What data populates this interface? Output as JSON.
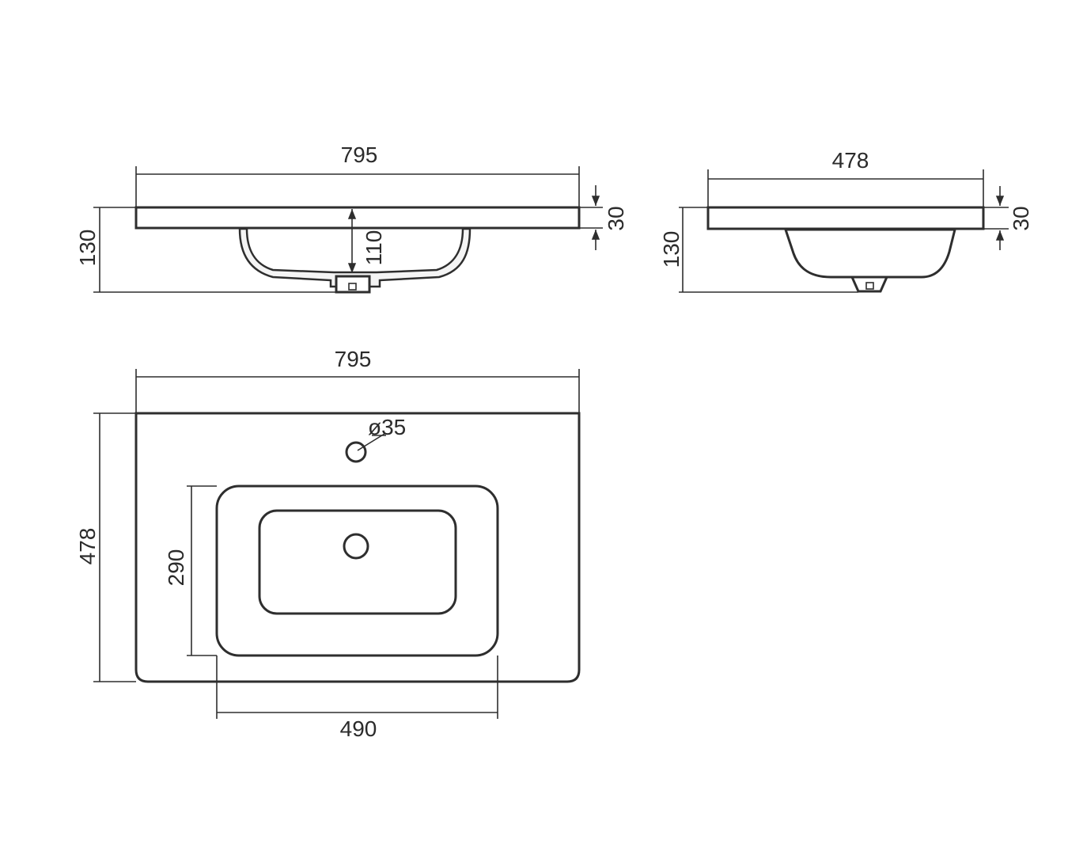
{
  "diagram": {
    "front_view": {
      "width_label": "795",
      "height_label": "130",
      "depth_label": "110",
      "rim_label": "30"
    },
    "side_view": {
      "width_label": "478",
      "height_label": "130",
      "rim_label": "30"
    },
    "top_view": {
      "width_label": "795",
      "depth_label": "478",
      "bowl_depth_label": "290",
      "bowl_width_label": "490",
      "tap_hole_label": "ø35"
    }
  }
}
